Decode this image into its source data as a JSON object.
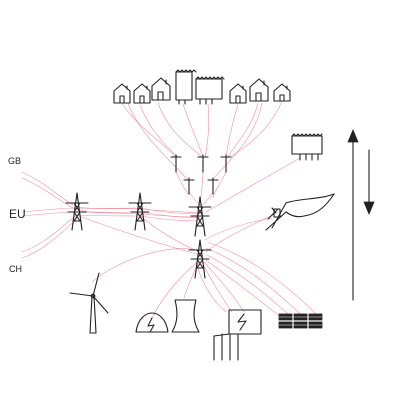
{
  "labels": {
    "gb": "GB",
    "eu": "EU",
    "ch": "CH"
  },
  "colors": {
    "lines": "#222222",
    "flows": "#f06a82",
    "background": "#ffffff"
  },
  "icons": [
    "house-icon",
    "building-icon",
    "transmission-tower-icon",
    "utility-pole-icon",
    "wind-turbine-icon",
    "hydro-dam-icon",
    "cooling-tower-icon",
    "substation-icon",
    "factory-icon",
    "solar-panel-icon",
    "hydro-reservoir-icon",
    "double-arrow-icon"
  ]
}
